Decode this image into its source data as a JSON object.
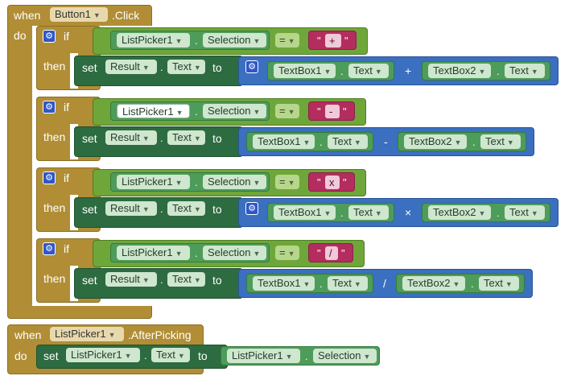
{
  "colors": {
    "event": "#b18e35",
    "control": "#b18e35",
    "compare": "#6fa63a",
    "getter": "#4e9c5a",
    "setter": "#2d6b41",
    "text_block": "#b32d5e",
    "math": "#3b6fbf"
  },
  "event1": {
    "when": "when",
    "component": "Button1",
    "event": ".Click",
    "do": "do"
  },
  "keywords": {
    "if": "if",
    "then": "then",
    "set": "set",
    "to": "to",
    "dot": ".",
    "quote": "\""
  },
  "rows": [
    {
      "lhs_component": "ListPicker1",
      "lhs_property": "Selection",
      "compare": "=",
      "literal": "+",
      "target_component": "Result",
      "target_property": "Text",
      "a_component": "TextBox1",
      "a_property": "Text",
      "operator": "+",
      "b_component": "TextBox2",
      "b_property": "Text"
    },
    {
      "lhs_component": "ListPicker1",
      "lhs_property": "Selection",
      "compare": "=",
      "literal": "-",
      "target_component": "Result",
      "target_property": "Text",
      "a_component": "TextBox1",
      "a_property": "Text",
      "operator": "-",
      "b_component": "TextBox2",
      "b_property": "Text"
    },
    {
      "lhs_component": "ListPicker1",
      "lhs_property": "Selection",
      "compare": "=",
      "literal": "x",
      "target_component": "Result",
      "target_property": "Text",
      "a_component": "TextBox1",
      "a_property": "Text",
      "operator": "×",
      "b_component": "TextBox2",
      "b_property": "Text"
    },
    {
      "lhs_component": "ListPicker1",
      "lhs_property": "Selection",
      "compare": "=",
      "literal": "/",
      "target_component": "Result",
      "target_property": "Text",
      "a_component": "TextBox1",
      "a_property": "Text",
      "operator": "/",
      "b_component": "TextBox2",
      "b_property": "Text"
    }
  ],
  "event2": {
    "when": "when",
    "component": "ListPicker1",
    "event": ".AfterPicking",
    "do": "do",
    "set": "set",
    "target_component": "ListPicker1",
    "target_property": "Text",
    "to": "to",
    "value_component": "ListPicker1",
    "value_property": "Selection"
  }
}
